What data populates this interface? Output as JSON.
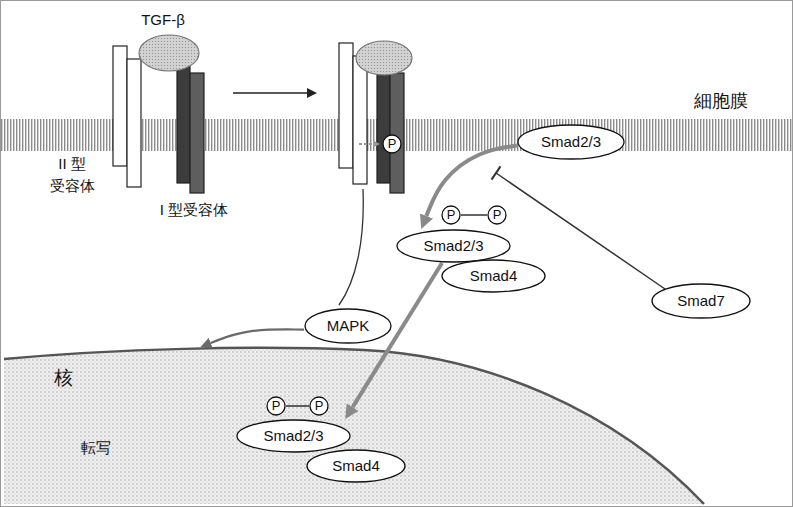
{
  "diagram": {
    "nodes": [
      {
        "text": [
          "P"
        ]
      },
      {
        "text": [
          "Smad2/3"
        ]
      },
      {
        "text": [
          "P"
        ]
      },
      {
        "text": [
          "P"
        ]
      },
      {
        "text": [
          "Smad2/3"
        ]
      },
      {
        "text": [
          "Smad7"
        ]
      },
      {
        "text": [
          "Smad4"
        ]
      },
      {
        "text": [
          "MAPK"
        ]
      },
      {
        "text": [
          "核",
          "転写"
        ]
      },
      {
        "text": [
          "P"
        ],
        "in": 8
      },
      {
        "text": [
          "P"
        ],
        "in": 8
      },
      {
        "text": [
          "Smad2/3"
        ],
        "in": 8
      },
      {
        "text": [
          "Smad4"
        ],
        "in": 8
      }
    ],
    "edges": [
      {
        "from": 1,
        "to": 4,
        "arrow": "to"
      },
      {
        "from": 4,
        "to": 11,
        "arrow": "to"
      },
      {
        "from": 7,
        "to": 8,
        "arrow": "to"
      },
      {
        "from": 2,
        "to": 3,
        "arrow": "none"
      },
      {
        "from": 9,
        "to": 10,
        "arrow": "none"
      }
    ],
    "labels": [
      "TGF-β",
      "細胞膜",
      "II 型 受容体",
      "I 型受容体"
    ]
  }
}
